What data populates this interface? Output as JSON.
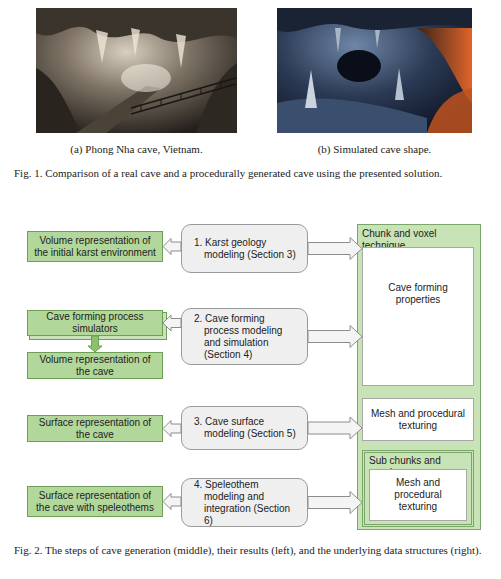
{
  "diagram": {
    "caption": "Fig. 2. The steps of cave generation (middle), their results (left), and the underlying data structures (right).",
    "nodes": [
      {
        "text": [
          "Volume representation of the initial karst environment"
        ]
      },
      {
        "text": [
          "Cave forming process simulators"
        ]
      },
      {
        "text": [
          "Volume representation of the cave"
        ]
      },
      {
        "text": [
          "Surface representation of the cave"
        ]
      },
      {
        "text": [
          "Surface representation of the cave with speleothems"
        ]
      },
      {
        "text": [
          "1. Karst geology modeling (Section 3)"
        ]
      },
      {
        "text": [
          "2. Cave forming process modeling and simulation (Section 4)"
        ]
      },
      {
        "text": [
          "3. Cave surface modeling (Section 5)"
        ]
      },
      {
        "text": [
          "4. Speleothem modeling and integration (Section 6)"
        ]
      },
      {
        "text": [
          "Chunk and voxel technique"
        ]
      },
      {
        "text": [
          "Cave forming properties"
        ],
        "in": 9
      },
      {
        "text": [
          "Mesh and procedural texturing"
        ],
        "in": 9
      },
      {
        "text": [
          "Sub chunks and voxels"
        ],
        "in": 9
      },
      {
        "text": [
          "Mesh and procedural texturing"
        ],
        "in": 12
      }
    ],
    "edges": [
      {
        "from": 5,
        "to": 0,
        "arrow": "to"
      },
      {
        "from": 6,
        "to": 1,
        "arrow": "to"
      },
      {
        "from": 1,
        "to": 2,
        "arrow": "to"
      },
      {
        "from": 7,
        "to": 3,
        "arrow": "to"
      },
      {
        "from": 8,
        "to": 4,
        "arrow": "to"
      },
      {
        "from": 5,
        "to": 10,
        "arrow": "to"
      },
      {
        "from": 6,
        "to": 10,
        "arrow": "to"
      },
      {
        "from": 7,
        "to": 11,
        "arrow": "to"
      },
      {
        "from": 8,
        "to": 12,
        "arrow": "to"
      }
    ],
    "labels": [
      "(a) Phong Nha cave, Vietnam.",
      "(b) Simulated cave shape.",
      "Fig. 1. Comparison of a real cave and a procedurally generated cave using the presented solution."
    ]
  }
}
